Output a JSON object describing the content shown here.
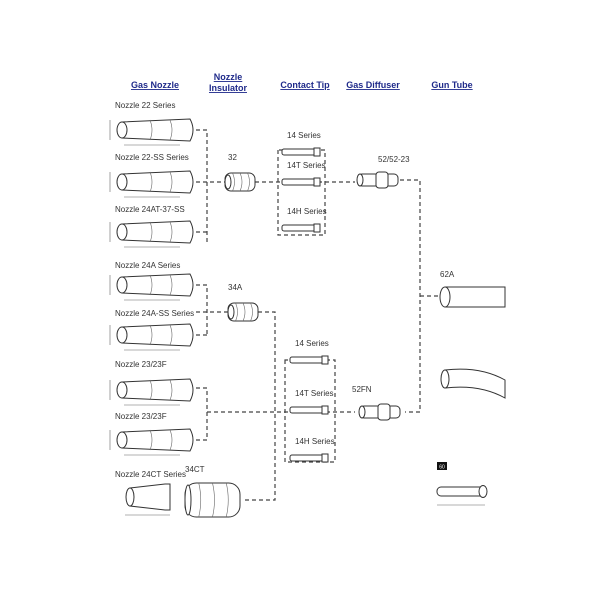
{
  "headers": {
    "gas_nozzle": "Gas Nozzle",
    "insulator_line1": "Nozzle",
    "insulator_line2": "Insulator",
    "contact_tip": "Contact Tip",
    "gas_diffuser": "Gas Diffuser",
    "gun_tube": "Gun Tube"
  },
  "nozzles": [
    "Nozzle 22 Series",
    "Nozzle 22-SS Series",
    "Nozzle 24AT-37-SS",
    "Nozzle 24A Series",
    "Nozzle 24A-SS Series",
    "Nozzle 23/23F",
    "Nozzle 23/23F",
    "Nozzle 24CT Series"
  ],
  "insulators": [
    "32",
    "34A",
    "34CT"
  ],
  "contact_tips_upper": [
    "14 Series",
    "14T Series",
    "14H Series"
  ],
  "contact_tips_lower": [
    "14 Series",
    "14T Series",
    "14H Series"
  ],
  "diffusers": [
    "52/52-23",
    "52FN"
  ],
  "gun_tubes": [
    "62A",
    "60"
  ]
}
